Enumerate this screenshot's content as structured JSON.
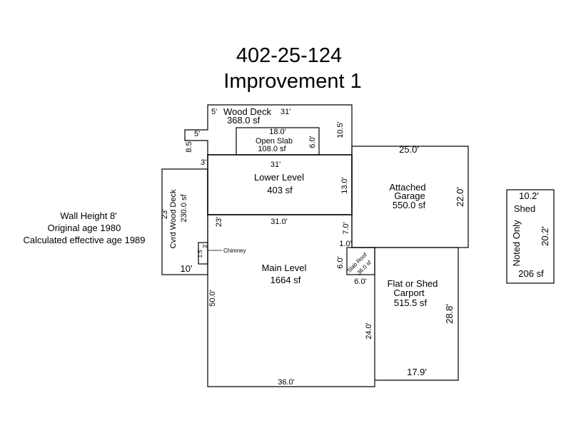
{
  "title": {
    "parcel": "402-25-124",
    "improvement": "Improvement 1"
  },
  "notes": {
    "wall_height": "Wall Height 8'",
    "original_age": "Original age 1980",
    "effective_age": "Calculated effective age 1989"
  },
  "areas": {
    "wood_deck": {
      "name": "Wood Deck",
      "area": "368.0 sf"
    },
    "open_slab": {
      "name": "Open Slab",
      "area": "108.0 sf"
    },
    "lower_level": {
      "name": "Lower Level",
      "area": "403 sf"
    },
    "garage": {
      "name_line1": "Attached",
      "name_line2": "Garage",
      "area": "550.0 sf"
    },
    "cvrd_deck": {
      "name": "Cvrd Wood Deck",
      "area": "230.0 sf"
    },
    "main_level": {
      "name": "Main Level",
      "area": "1664 sf"
    },
    "slab_roof": {
      "name": "Slab Roof",
      "area": "36.0 sf"
    },
    "carport": {
      "name_line1": "Flat or Shed",
      "name_line2": "Carport",
      "area": "515.5 sf"
    },
    "chimney": {
      "name": "Chimney",
      "dim_a": "1.5'",
      "dim_b": "3'"
    },
    "shed": {
      "name": "Shed",
      "note": "Noted Only",
      "area": "206 sf"
    }
  },
  "dimensions": {
    "deck_top_short": "5'",
    "deck_top": "31'",
    "deck_right": "10.5'",
    "deck_step_top": "5'",
    "deck_step_side": "8.5'",
    "deck_bottom_left": "3'",
    "slab_width": "18.0'",
    "slab_height": "6.0'",
    "lower_top": "31'",
    "lower_right": "13.0'",
    "garage_top": "25.0'",
    "garage_right": "22.0'",
    "cvrd_side": "23'",
    "cvrd_bottom": "10'",
    "main_left_upper": "23'",
    "main_top": "31.0'",
    "main_right_upper": "7.0'",
    "main_notch": "1.0'",
    "main_right_step": "6.0'",
    "slab_roof_bottom": "6.0'",
    "main_left": "50.0'",
    "main_right_lower": "24.0'",
    "main_bottom": "36.0'",
    "carport_right": "28.8'",
    "carport_bottom": "17.9'",
    "shed_top": "10.2'",
    "shed_right": "20.2'"
  }
}
